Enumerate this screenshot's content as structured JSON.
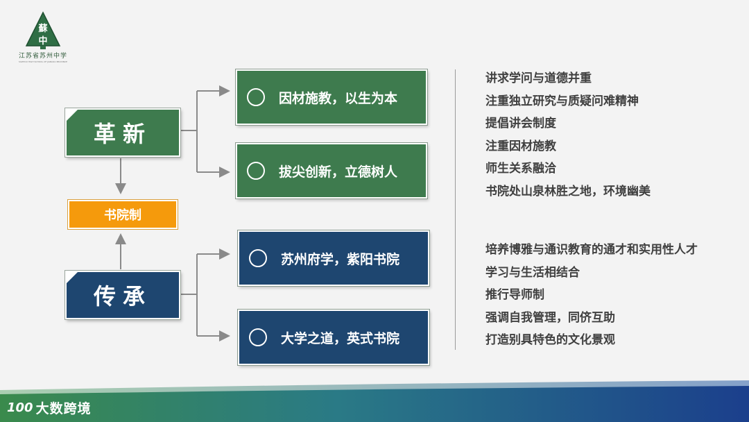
{
  "logo": {
    "emblem_text": [
      "蘇",
      "中"
    ],
    "subtitle": "江苏省苏州中学",
    "subtitle_en": "SUZHOU HIGH SCHOOL OF JIANGSU PROVINCE"
  },
  "diagram": {
    "top_main": "革新",
    "bottom_main": "传承",
    "center": "书院制",
    "top_items": [
      "因材施教，以生为本",
      "拔尖创新，立德树人"
    ],
    "bottom_items": [
      "苏州府学，紫阳书院",
      "大学之道，英式书院"
    ]
  },
  "bullets_top": [
    "讲求学问与道德并重",
    "注重独立研究与质疑问难精神",
    "提倡讲会制度",
    "注重因材施教",
    "师生关系融洽",
    "书院处山泉林胜之地，环境幽美"
  ],
  "bullets_bottom": [
    "培养博雅与通识教育的通才和实用性人才",
    "学习与生活相结合",
    "推行导师制",
    "强调自我管理，同侪互助",
    "打造别具特色的文化景观"
  ],
  "brand": {
    "icon": "100",
    "name": "大数跨境"
  },
  "colors": {
    "green": "#3e7b4e",
    "navy": "#1e4670",
    "orange": "#f59a0c",
    "text": "#404040"
  }
}
